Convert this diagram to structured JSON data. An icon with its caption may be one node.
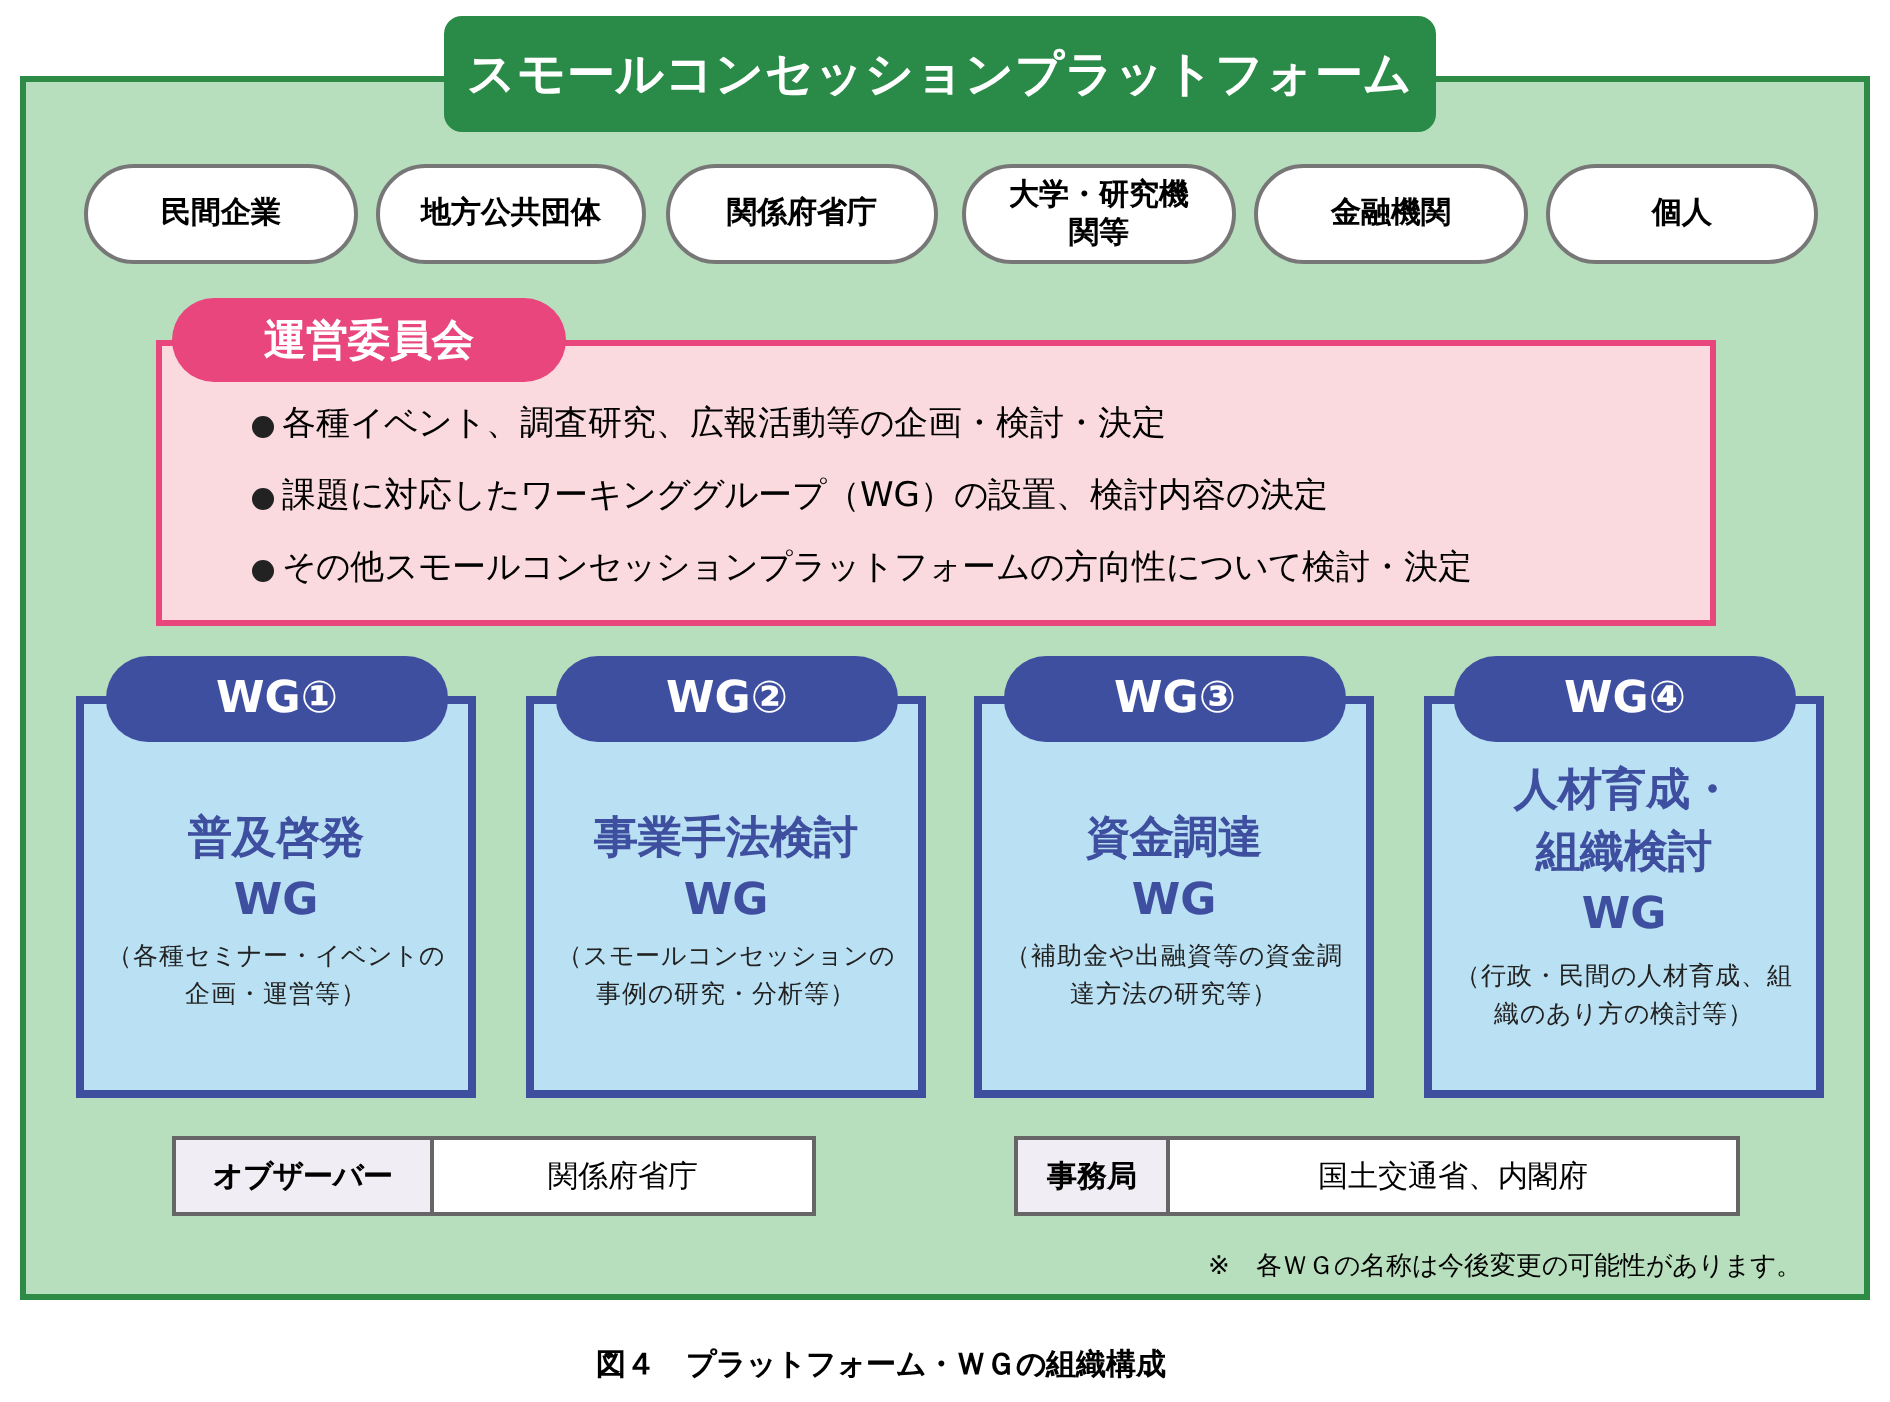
{
  "diagram": {
    "caption": "図４　プラットフォーム・ＷＧの組織構成",
    "nodes": [
      {
        "text": [
          "スモールコンセッションプラットフォーム"
        ]
      },
      {
        "text": [
          "民間企業"
        ],
        "in": 0
      },
      {
        "text": [
          "地方公共団体"
        ],
        "in": 0
      },
      {
        "text": [
          "関係府省庁"
        ],
        "in": 0
      },
      {
        "text": [
          "大学・研究機関等"
        ],
        "in": 0
      },
      {
        "text": [
          "金融機関"
        ],
        "in": 0
      },
      {
        "text": [
          "個人"
        ],
        "in": 0
      },
      {
        "text": [
          "運営委員会",
          "各種イベント、調査研究、広報活動等の企画・検討・決定",
          "課題に対応したワーキンググループ（WG）の設置、検討内容の決定",
          "その他スモールコンセッションプラットフォームの方向性について検討・決定"
        ],
        "in": 0
      },
      {
        "text": [
          "WG①",
          "普及啓発WG",
          "（各種セミナー・イベントの企画・運営等）"
        ],
        "in": 0
      },
      {
        "text": [
          "WG②",
          "事業手法検討WG",
          "（スモールコンセッションの事例の研究・分析等）"
        ],
        "in": 0
      },
      {
        "text": [
          "WG③",
          "資金調達WG",
          "（補助金や出融資等の資金調達方法の研究等）"
        ],
        "in": 0
      },
      {
        "text": [
          "WG④",
          "人材育成・組織検討WG",
          "（行政・民間の人材育成、組織のあり方の検討等）"
        ],
        "in": 0
      }
    ],
    "labels": [
      "オブザーバー",
      "関係府省庁",
      "事務局",
      "国土交通省、内閣府",
      "※　各ＷＧの名称は今後変更の可能性があります。"
    ]
  }
}
